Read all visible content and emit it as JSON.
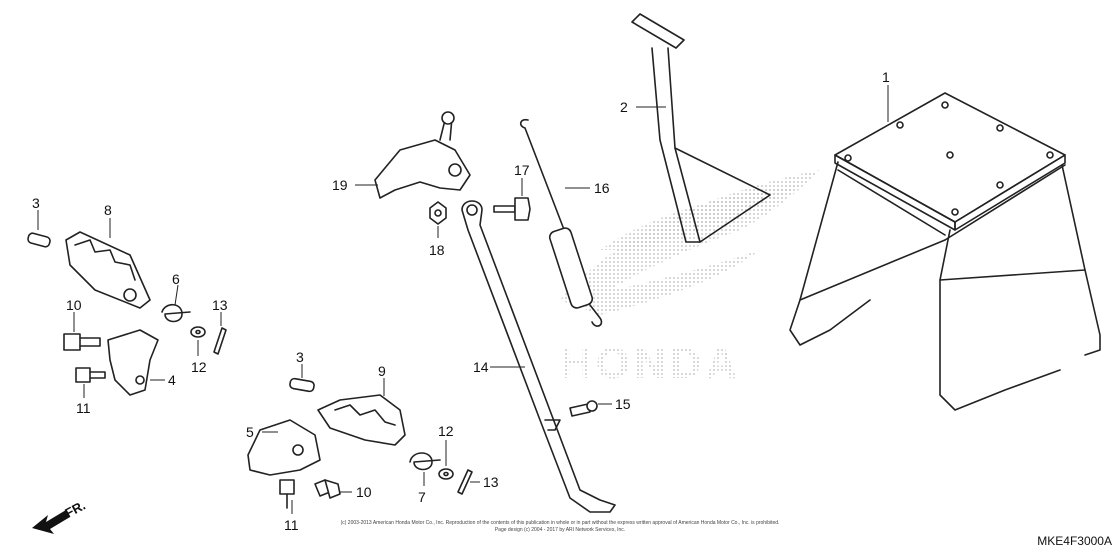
{
  "callouts": {
    "c1": "1",
    "c2": "2",
    "c3a": "3",
    "c3b": "3",
    "c4": "4",
    "c5": "5",
    "c6": "6",
    "c7": "7",
    "c8": "8",
    "c9": "9",
    "c10a": "10",
    "c10b": "10",
    "c11a": "11",
    "c11b": "11",
    "c12a": "12",
    "c12b": "12",
    "c13a": "13",
    "c13b": "13",
    "c14": "14",
    "c15": "15",
    "c16": "16",
    "c17": "17",
    "c18": "18",
    "c19": "19"
  },
  "watermark": "HONDA",
  "direction_label": "FR.",
  "copyright_line1": "(c) 2003-2013 American Honda Motor Co., Inc. Reproduction of the contents of this publication in whole or in part without the express written approval of American Honda Motor Co., Inc. is prohibited.",
  "copyright_line2": "Page design (c) 2004 - 2017 by ARI Network Services, Inc.",
  "diagram_code": "MKE4F3000A",
  "colors": {
    "line": "#222222",
    "watermark": "#bbbbbb"
  }
}
